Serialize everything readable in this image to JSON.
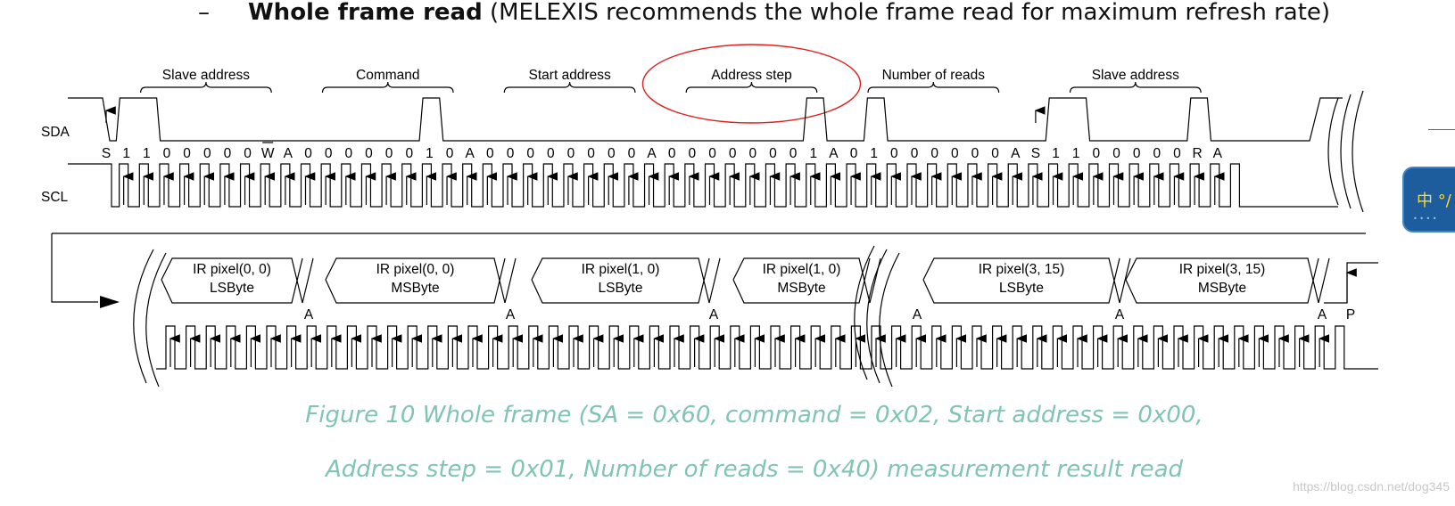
{
  "heading": {
    "dash": "–",
    "bold": "Whole frame read",
    "rest": " (MELEXIS recommends the whole frame read for maximum refresh rate)"
  },
  "signals": {
    "sda": "SDA",
    "scl": "SCL"
  },
  "groups": [
    "Slave address",
    "Command",
    "Start address",
    "Address step",
    "Number of reads",
    "Slave address"
  ],
  "bits": [
    "S",
    "1",
    "1",
    "0",
    "0",
    "0",
    "0",
    "0",
    "W",
    "A",
    "0",
    "0",
    "0",
    "0",
    "0",
    "0",
    "1",
    "0",
    "A",
    "0",
    "0",
    "0",
    "0",
    "0",
    "0",
    "0",
    "0",
    "A",
    "0",
    "0",
    "0",
    "0",
    "0",
    "0",
    "0",
    "1",
    "A",
    "0",
    "1",
    "0",
    "0",
    "0",
    "0",
    "0",
    "0",
    "A",
    "S",
    "1",
    "1",
    "0",
    "0",
    "0",
    "0",
    "0",
    "R",
    "A"
  ],
  "data_blocks": [
    {
      "line1": "IR pixel(0, 0)",
      "line2": "LSByte"
    },
    {
      "line1": "IR pixel(0, 0)",
      "line2": "MSByte"
    },
    {
      "line1": "IR pixel(1, 0)",
      "line2": "LSByte"
    },
    {
      "line1": "IR pixel(1, 0)",
      "line2": "MSByte"
    },
    {
      "line1": "IR pixel(3, 15)",
      "line2": "LSByte"
    },
    {
      "line1": "IR pixel(3, 15)",
      "line2": "MSByte"
    }
  ],
  "row2_labels": [
    "A",
    "A",
    "A",
    "A",
    "A",
    "A",
    "P"
  ],
  "caption": {
    "line1": "Figure 10 Whole frame (SA = 0x60, command = 0x02, Start address = 0x00,",
    "line2": "Address step = 0x01, Number of reads = 0x40) measurement result read"
  },
  "watermark": "https://blog.csdn.net/dog345",
  "ime_icon": {
    "glyph": "中 °/",
    "name": "ime-language-icon"
  },
  "colors": {
    "caption": "#7fc4b4",
    "highlight_ellipse": "#e02020",
    "ime_badge": "#1d5d9e"
  }
}
